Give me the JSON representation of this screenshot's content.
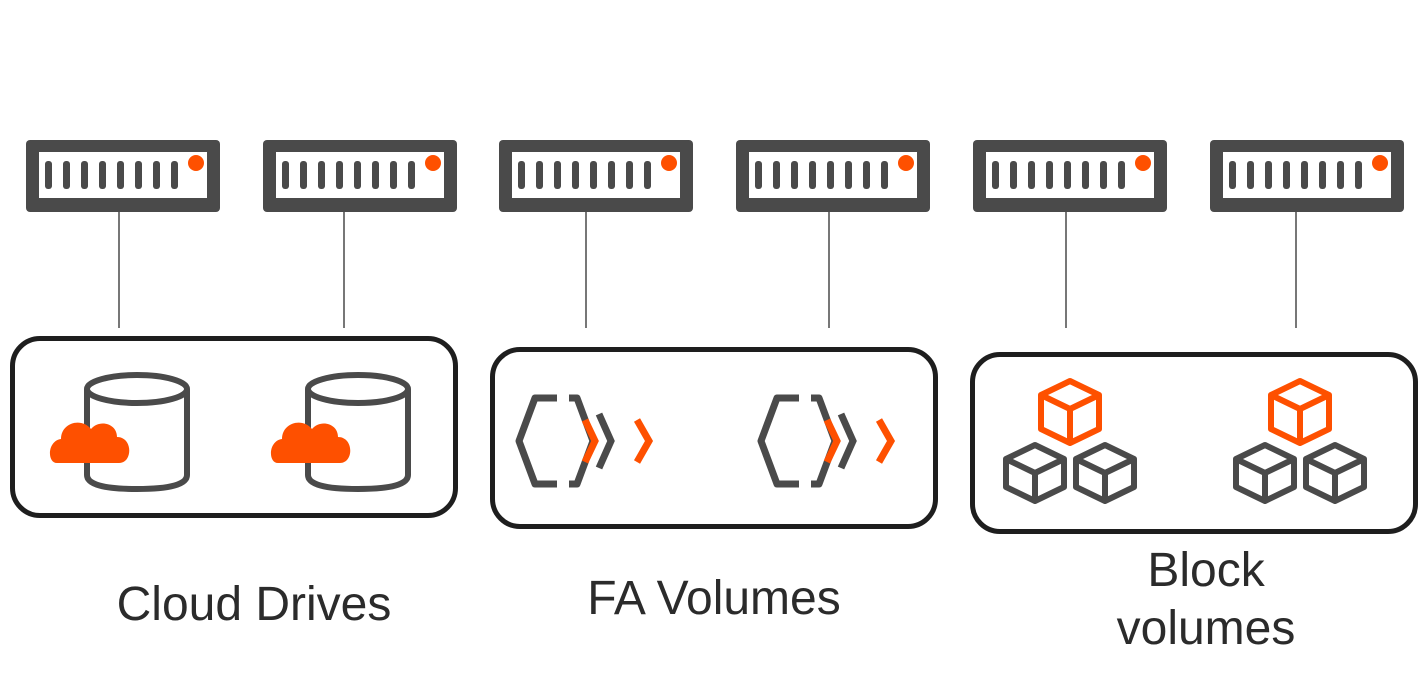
{
  "colors": {
    "accent": "#fe5000",
    "icon_gray": "#4a4a4a",
    "frame": "#1e1e1e",
    "link": "#777777"
  },
  "icons": {
    "server": "server-icon",
    "cloud_drive": "cloud-drive-icon",
    "fa_volume": "fa-volume-icon",
    "block_volume": "block-volume-icon"
  },
  "groups": [
    {
      "label": "Cloud Drives"
    },
    {
      "label": "FA Volumes"
    },
    {
      "label_line1": "Block",
      "label_line2": "volumes"
    }
  ]
}
